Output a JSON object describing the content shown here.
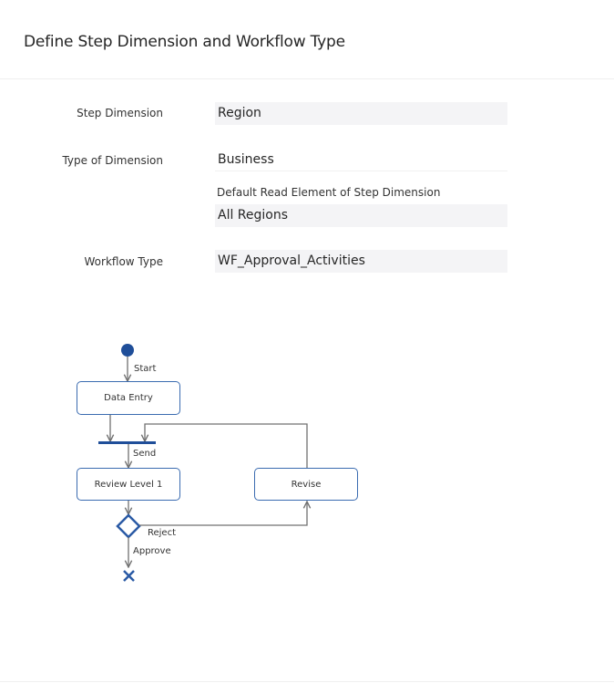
{
  "header": {
    "title": "Define Step Dimension and Workflow Type"
  },
  "form": {
    "step_dimension": {
      "label": "Step Dimension",
      "value": "Region"
    },
    "type_of_dimension": {
      "label": "Type of Dimension",
      "value": "Business"
    },
    "default_read_element": {
      "label": "Default Read Element of Step Dimension",
      "value": "All Regions"
    },
    "workflow_type": {
      "label": "Workflow Type",
      "value": "WF_Approval_Activities"
    }
  },
  "diagram": {
    "nodes": {
      "start": "start-node",
      "data_entry": "Data Entry",
      "review_level_1": "Review Level 1",
      "revise": "Revise",
      "decision": "decision-node",
      "end": "end-node"
    },
    "edges": {
      "start": "Start",
      "send": "Send",
      "reject": "Reject",
      "approve": "Approve"
    },
    "colors": {
      "node_border": "#3a6bb0",
      "start_fill": "#1f4e99",
      "sync_bar": "#1f4e99",
      "edge": "#707070"
    }
  }
}
